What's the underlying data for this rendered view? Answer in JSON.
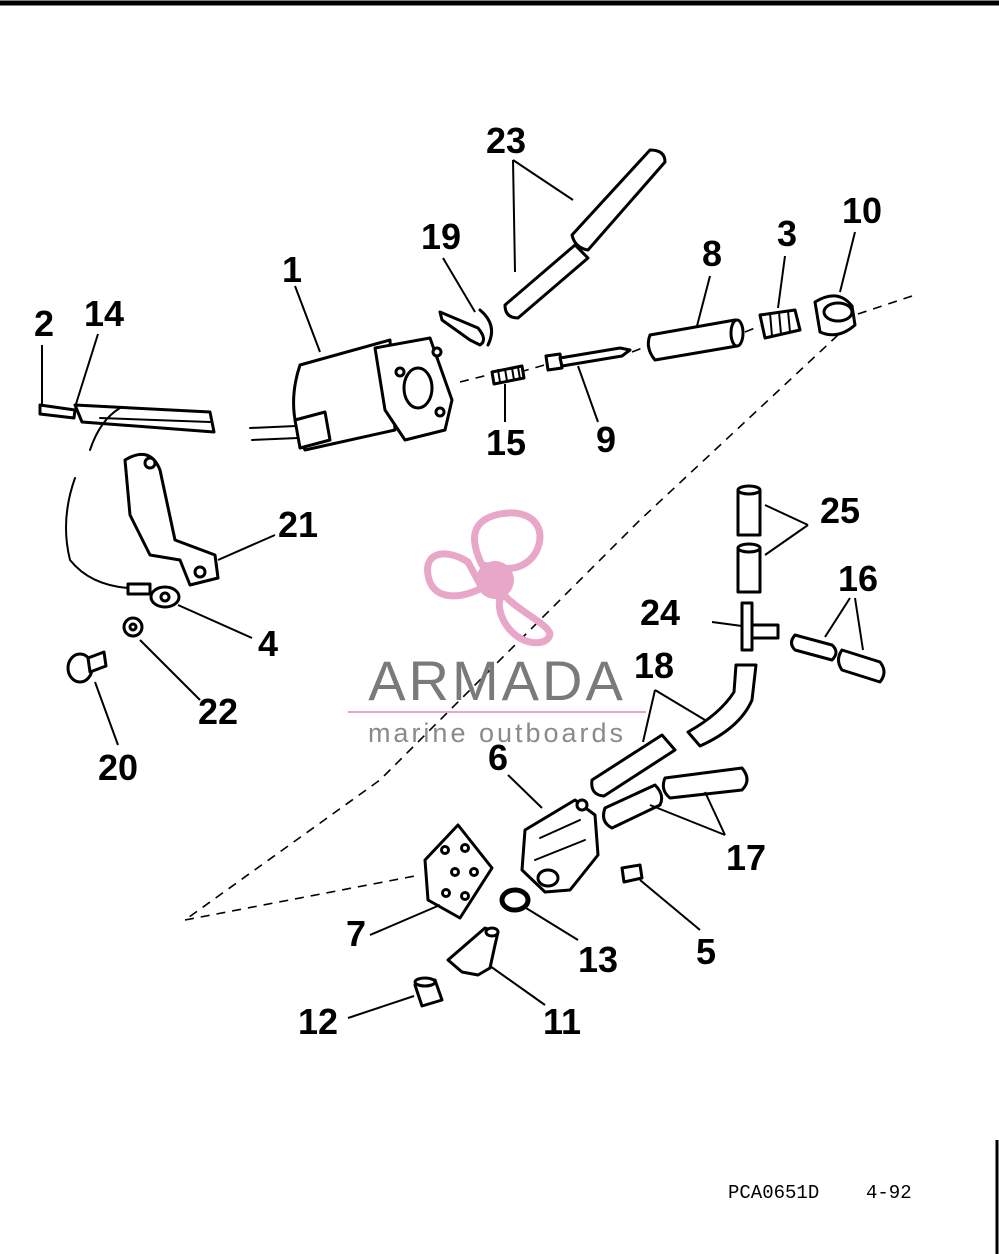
{
  "diagram": {
    "labels": {
      "l1": "1",
      "l2": "2",
      "l3": "3",
      "l4": "4",
      "l5": "5",
      "l6": "6",
      "l7": "7",
      "l8": "8",
      "l9": "9",
      "l10": "10",
      "l11": "11",
      "l12": "12",
      "l13": "13",
      "l14": "14",
      "l15": "15",
      "l16": "16",
      "l17": "17",
      "l18": "18",
      "l19": "19",
      "l20": "20",
      "l21": "21",
      "l22": "22",
      "l23": "23",
      "l24": "24",
      "l25": "25"
    },
    "drawing_code": "PCA0651D",
    "revision": "4-92"
  },
  "watermark": {
    "brand": "ARMADA",
    "tagline": "marine outboards",
    "brand_color": "#7a7a7a",
    "accent_color": "#e8a7c8"
  }
}
